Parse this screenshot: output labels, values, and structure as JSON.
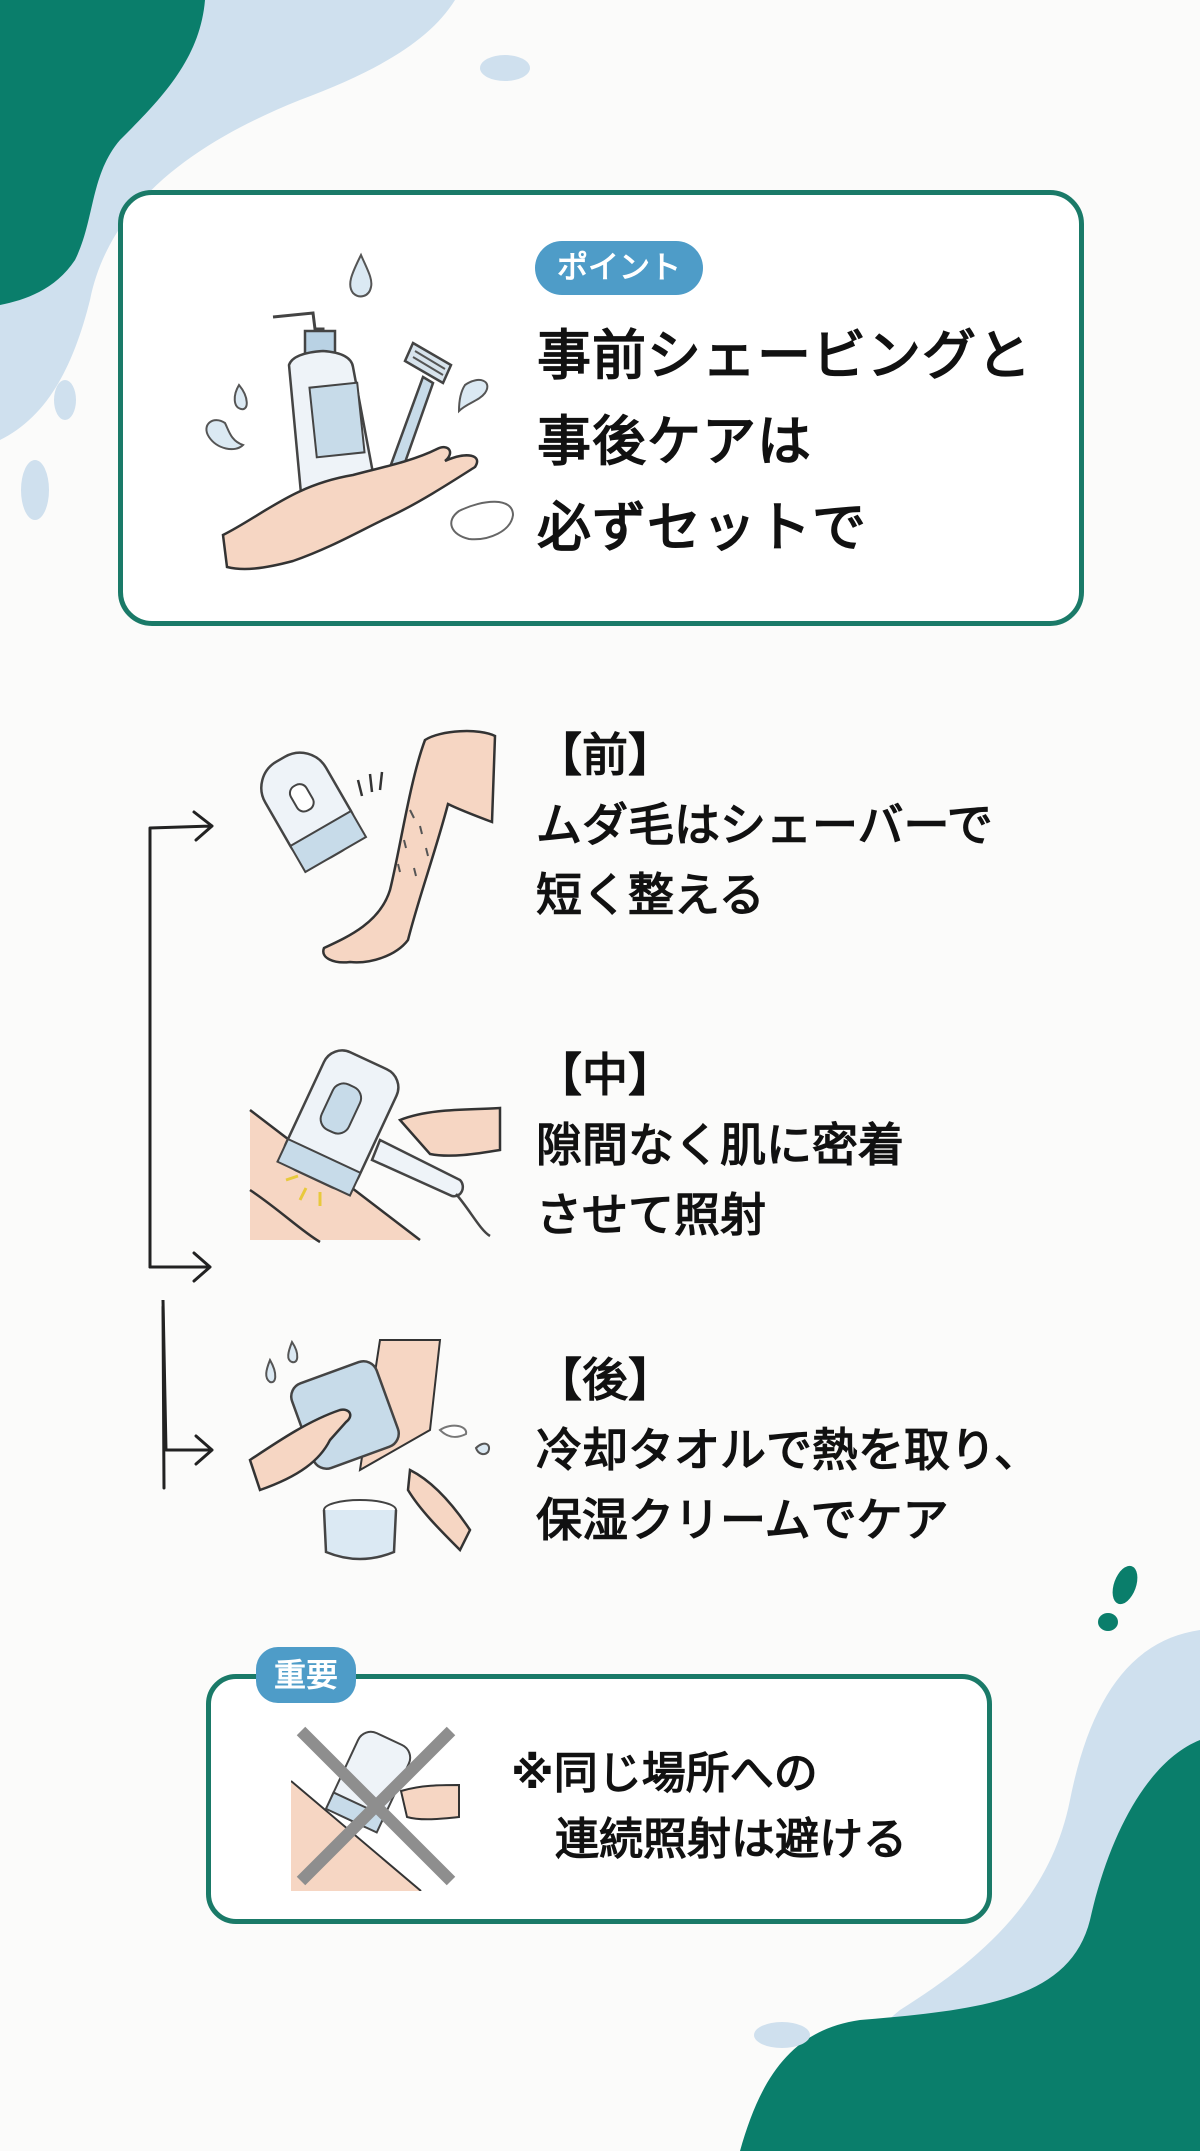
{
  "colors": {
    "accent_green": "#1a7a68",
    "blob_dark_green": "#0a7e6b",
    "blob_light_blue": "#cfe0ee",
    "pill_blue": "#4e9cc8",
    "skin": "#f6d6c3",
    "device_blue": "#c7dbe9"
  },
  "point_card": {
    "badge": "ポイント",
    "title_lines": [
      "事前シェービングと",
      "事後ケアは",
      "必ずセットで"
    ],
    "illustration": "hand-holding-lotion-bottle-and-razor"
  },
  "steps": [
    {
      "label": "【前】",
      "lines": [
        "ムダ毛はシェーバーで",
        "短く整える"
      ],
      "illustration": "shaver-on-leg"
    },
    {
      "label": "【中】",
      "lines": [
        "隙間なく肌に密着",
        "させて照射"
      ],
      "illustration": "ipl-device-on-skin"
    },
    {
      "label": "【後】",
      "lines": [
        "冷却タオルで熱を取り、",
        "保湿クリームでケア"
      ],
      "illustration": "cooling-towel-and-moisturizer"
    }
  ],
  "warning_card": {
    "badge": "重要",
    "lines": [
      "※同じ場所への",
      "　連続照射は避ける"
    ],
    "illustration": "crossed-out-ipl-device"
  }
}
